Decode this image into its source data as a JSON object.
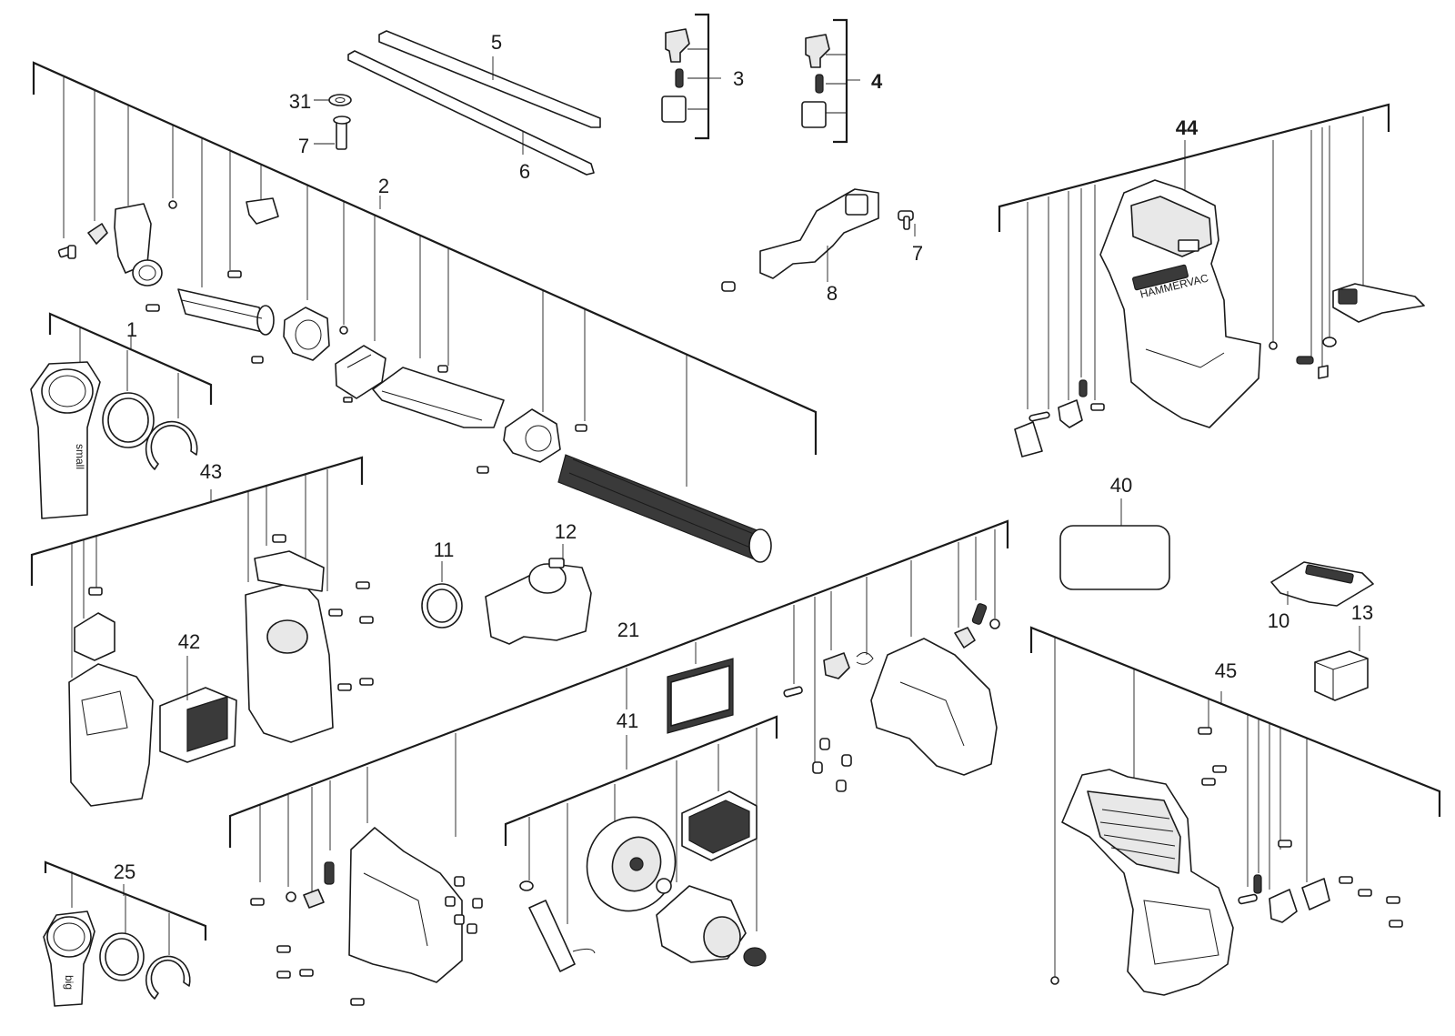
{
  "labels": {
    "p1": "1",
    "p2": "2",
    "p3": "3",
    "p4": "4",
    "p5": "5",
    "p6": "6",
    "p7a": "7",
    "p7b": "7",
    "p8": "8",
    "p10": "10",
    "p11": "11",
    "p12": "12",
    "p13": "13",
    "p21": "21",
    "p25": "25",
    "p31": "31",
    "p40": "40",
    "p41": "41",
    "p42": "42",
    "p43": "43",
    "p44": "44",
    "p45": "45"
  },
  "part_markings": {
    "small_extractor": "small",
    "big_extractor": "big",
    "housing_brand": "HAMMERVAC"
  }
}
